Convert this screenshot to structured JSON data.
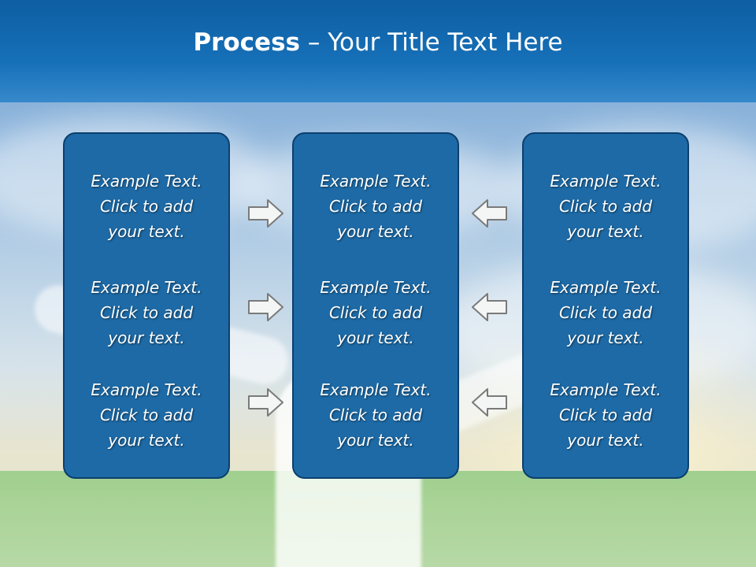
{
  "slide": {
    "title_bold": "Process",
    "title_rest": " – Your Title Text Here"
  },
  "columns": [
    {
      "items": [
        {
          "line1": "Example Text.",
          "line2": "Click  to add",
          "line3": "your text."
        },
        {
          "line1": "Example Text.",
          "line2": "Click  to add",
          "line3": "your text."
        },
        {
          "line1": "Example Text.",
          "line2": "Click  to add",
          "line3": "your text."
        }
      ]
    },
    {
      "items": [
        {
          "line1": "Example Text.",
          "line2": "Click  to add",
          "line3": "your text."
        },
        {
          "line1": "Example Text.",
          "line2": "Click  to add",
          "line3": "your text."
        },
        {
          "line1": "Example Text.",
          "line2": "Click  to add",
          "line3": "your text."
        }
      ]
    },
    {
      "items": [
        {
          "line1": "Example Text.",
          "line2": "Click  to add",
          "line3": "your text."
        },
        {
          "line1": "Example Text.",
          "line2": "Click  to add",
          "line3": "your text."
        },
        {
          "line1": "Example Text.",
          "line2": "Click  to add",
          "line3": "your text."
        }
      ]
    }
  ],
  "arrows": {
    "left_group": "arrow-right-icon",
    "right_group": "arrow-left-icon"
  },
  "colors": {
    "header": "#1670b8",
    "box_fill": "#1d6aa6",
    "box_border": "#0c3f6e"
  }
}
